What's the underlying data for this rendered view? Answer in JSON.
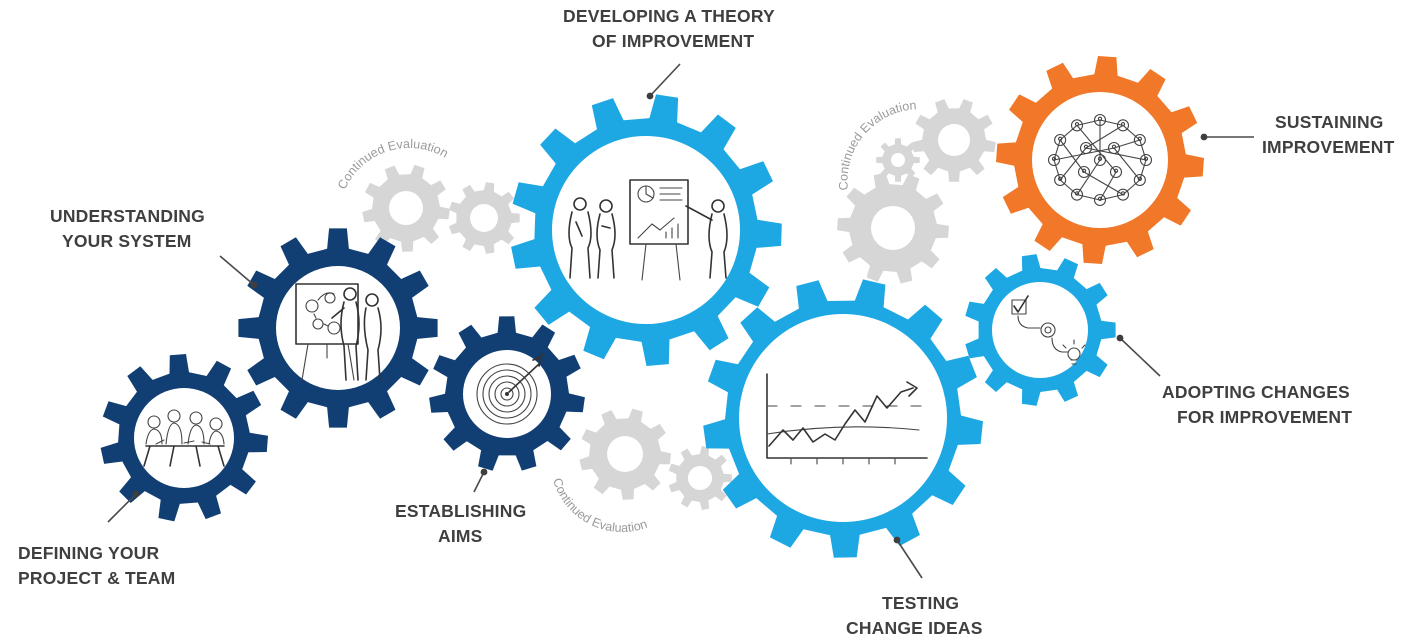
{
  "steps": [
    {
      "label_lines": [
        "DEFINING YOUR",
        "PROJECT & TEAM"
      ],
      "color": "#123f73",
      "icon": "team-meeting-icon"
    },
    {
      "label_lines": [
        "UNDERSTANDING",
        "YOUR SYSTEM"
      ],
      "color": "#123f73",
      "icon": "process-whiteboard-icon"
    },
    {
      "label_lines": [
        "ESTABLISHING",
        "AIMS"
      ],
      "color": "#123f73",
      "icon": "target-arrow-icon"
    },
    {
      "label_lines": [
        "DEVELOPING A THEORY",
        "OF IMPROVEMENT"
      ],
      "color": "#1ea8e3",
      "icon": "presentation-icon"
    },
    {
      "label_lines": [
        "TESTING",
        "CHANGE IDEAS"
      ],
      "color": "#1ea8e3",
      "icon": "trend-chart-icon"
    },
    {
      "label_lines": [
        "ADOPTING CHANGES",
        "FOR IMPROVEMENT"
      ],
      "color": "#1ea8e3",
      "icon": "checklist-flow-icon"
    },
    {
      "label_lines": [
        "SUSTAINING",
        "IMPROVEMENT"
      ],
      "color": "#f07828",
      "icon": "network-icon"
    }
  ],
  "evaluation_label": "Continued Evaluation",
  "colors": {
    "navy": "#123f73",
    "sky": "#1ea8e3",
    "orange": "#f07828",
    "grey_gear": "#d6d6d6",
    "label_text": "#3f3f3f",
    "eval_text": "#9a9a9a"
  }
}
